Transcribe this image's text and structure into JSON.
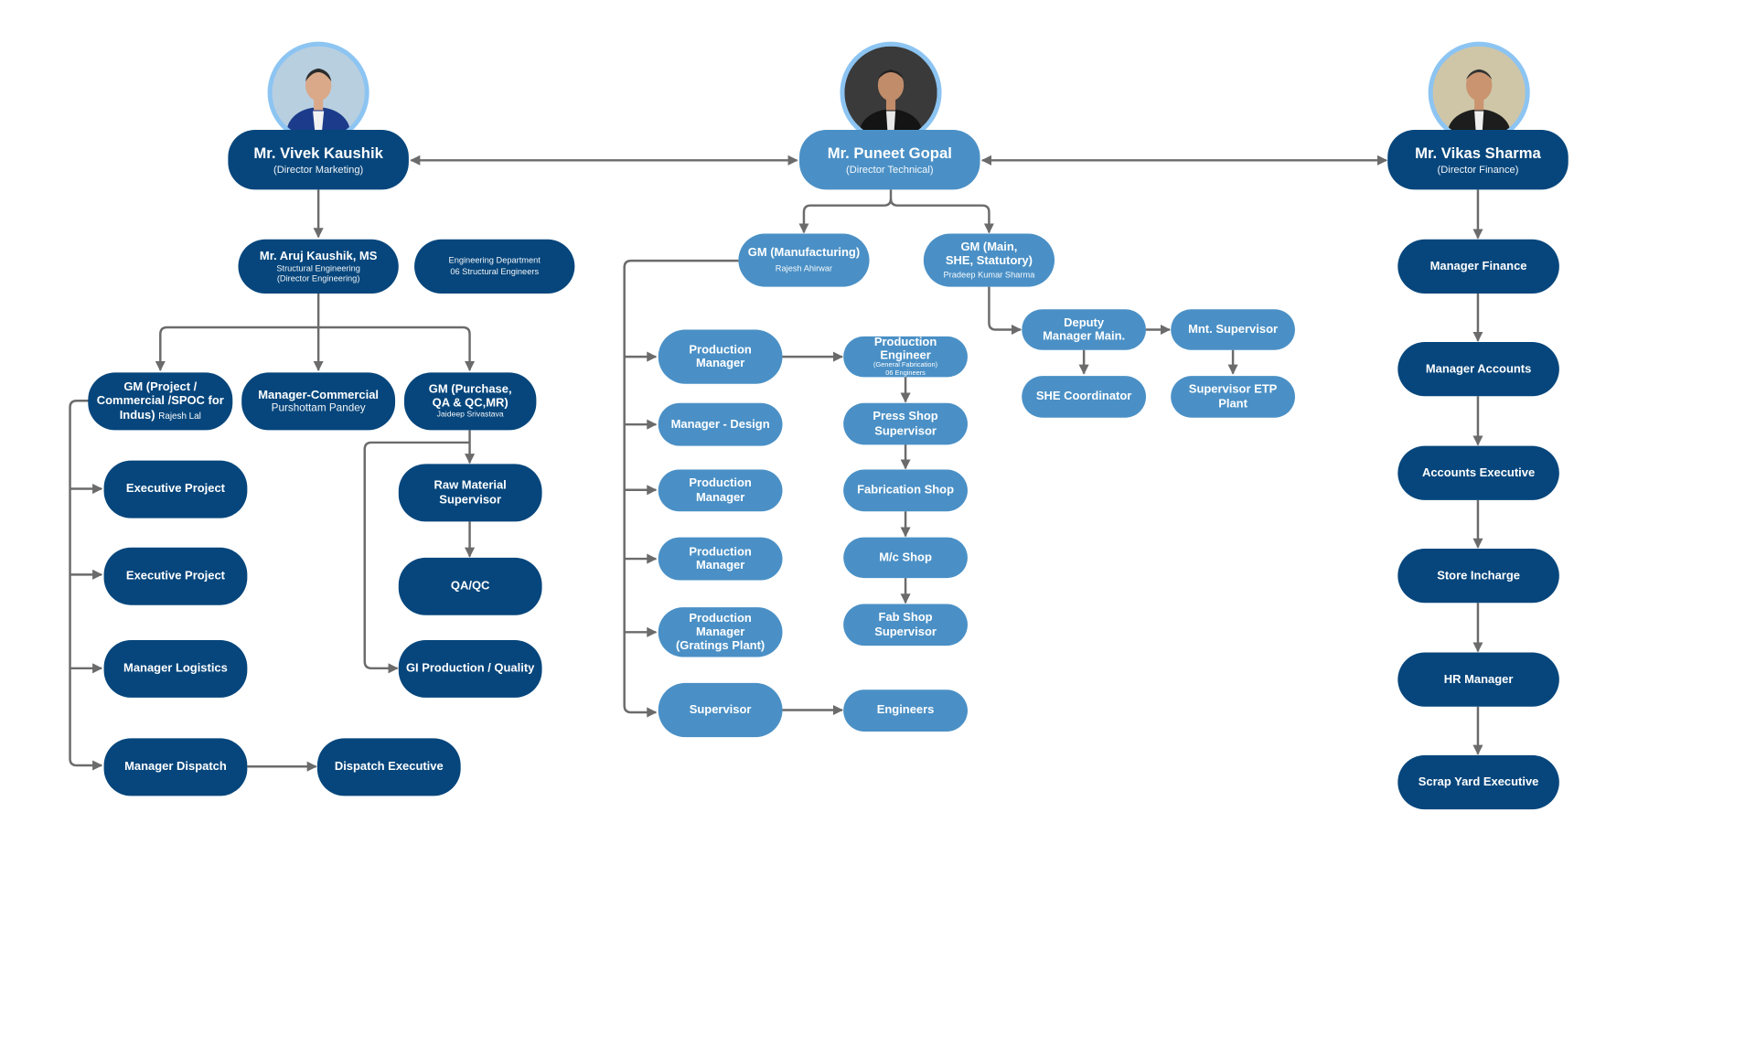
{
  "colors": {
    "dark": "#06467c",
    "light": "#4a90c6",
    "line": "#6b6b6b",
    "avatar_ring": "#8cc4f2"
  },
  "directors": {
    "marketing": {
      "name": "Mr. Vivek Kaushik",
      "role": "(Director Marketing)"
    },
    "technical": {
      "name": "Mr. Puneet Gopal",
      "role": "(Director Technical)"
    },
    "finance": {
      "name": "Mr. Vikas Sharma",
      "role": "(Director Finance)"
    }
  },
  "marketing": {
    "aruj": {
      "name": "Mr. Aruj Kaushik, MS",
      "detail": "Structural Engineering\n(Director Engineering)"
    },
    "eng_dept": {
      "line1": "Engineering Department",
      "line2": "06 Structural Engineers"
    },
    "gm_project": {
      "title": "GM (Project /\nCommercial /SPOC for\nIndus)",
      "person": "Rajesh Lal"
    },
    "manager_commercial": {
      "title": "Manager-Commercial",
      "person": "Purshottam Pandey"
    },
    "gm_purchase": {
      "title": "GM (Purchase,\nQA & QC,MR)",
      "person": "Jaideep Srivastava"
    },
    "exec_project_1": "Executive Project",
    "exec_project_2": "Executive Project",
    "manager_logistics": "Manager Logistics",
    "manager_dispatch": "Manager Dispatch",
    "dispatch_executive": "Dispatch Executive",
    "raw_material": "Raw Material\nSupervisor",
    "qa_qc": "QA/QC",
    "gi_production": "GI Production / Quality"
  },
  "technical": {
    "gm_manufacturing": {
      "title": "GM (Manufacturing)",
      "person": "Rajesh Ahirwar"
    },
    "gm_main": {
      "title": "GM (Main,\nSHE, Statutory)",
      "person": "Pradeep Kumar Sharma"
    },
    "production_manager_1": "Production Manager",
    "manager_design": "Manager - Design",
    "production_manager_2": "Production Manager",
    "production_manager_3": "Production Manager",
    "production_manager_gratings": "Production Manager\n(Gratings Plant)",
    "supervisor": "Supervisor",
    "production_engineer": {
      "title": "Production Engineer",
      "line1": "(General Fabrication)",
      "line2": "06 Engineers"
    },
    "press_shop": "Press Shop\nSupervisor",
    "fabrication_shop": "Fabrication Shop",
    "mc_shop": "M/c Shop",
    "fab_shop_supervisor": "Fab Shop Supervisor",
    "engineers": "Engineers",
    "deputy_manager": "Deputy\nManager Main.",
    "mnt_supervisor": "Mnt. Supervisor",
    "she_coordinator": "SHE Coordinator",
    "supervisor_etp": "Supervisor ETP Plant"
  },
  "finance": {
    "manager_finance": "Manager Finance",
    "manager_accounts": "Manager Accounts",
    "accounts_executive": "Accounts Executive",
    "store_incharge": "Store Incharge",
    "hr_manager": "HR Manager",
    "scrap_yard": "Scrap Yard Executive"
  }
}
